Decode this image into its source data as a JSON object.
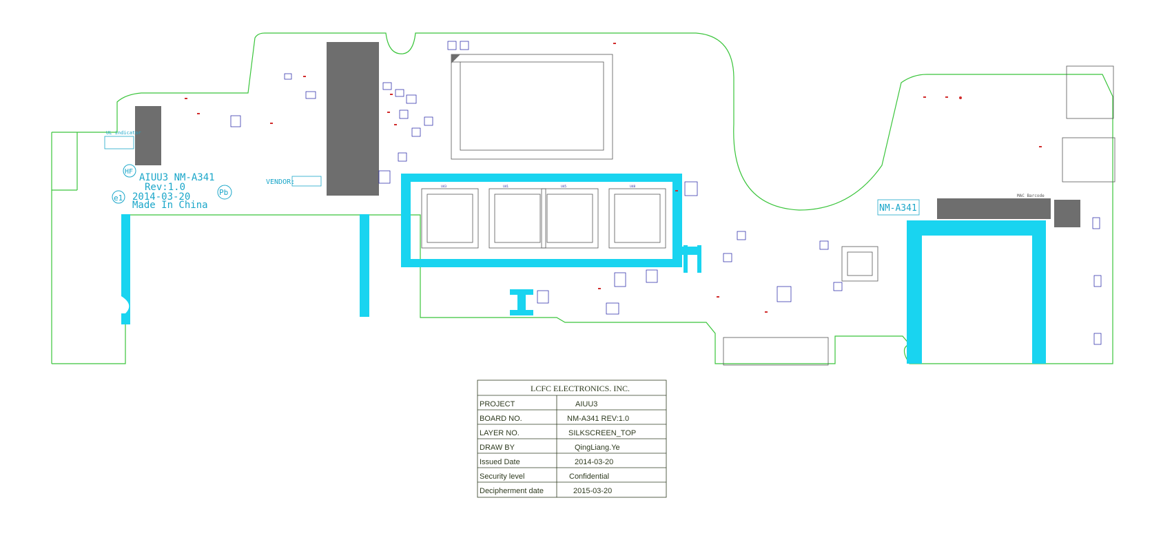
{
  "board": {
    "model_text": "AIUU3 NM-A341",
    "rev_text": "Rev:1.0",
    "date_text": "2014-03-20",
    "made_text": "Made In China",
    "vendor_label": "VENDOR:",
    "board_tag": "NM-A341",
    "led_label": "UL indicator",
    "mac_label": "MAC Barcode",
    "hf_mark": "HF",
    "e1_mark": "e1",
    "pb_mark": "Pb",
    "ram_labels": [
      "U43",
      "U41",
      "U45",
      "U48"
    ],
    "colors": {
      "outline": "#39c43a",
      "copper": "#19d4f0",
      "silk": "#1aa6c9",
      "component": "#1a1aa0",
      "polarity": "#d12b2b",
      "keepout": "#6e6e6e"
    }
  },
  "title_block": {
    "company": "LCFC ELECTRONICS. INC.",
    "rows": [
      {
        "label": "PROJECT",
        "value": "AIUU3"
      },
      {
        "label": "BOARD NO.",
        "value": "NM-A341   REV:1.0"
      },
      {
        "label": "LAYER NO.",
        "value": "SILKSCREEN_TOP"
      },
      {
        "label": "DRAW BY",
        "value": "QingLiang.Ye"
      },
      {
        "label": "Issued  Date",
        "value": "2014-03-20"
      },
      {
        "label": "Security level",
        "value": "Confidential"
      },
      {
        "label": "Decipherment date",
        "value": "2015-03-20"
      }
    ]
  }
}
